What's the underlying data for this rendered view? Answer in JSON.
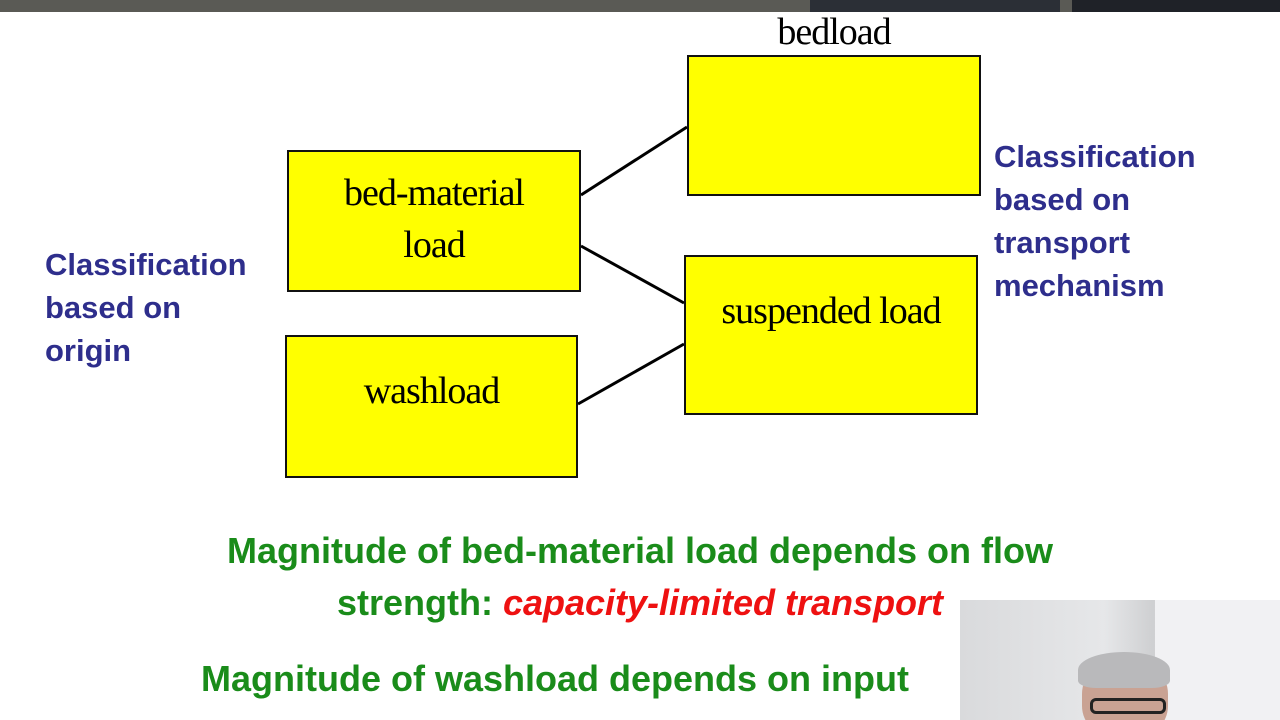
{
  "diagram": {
    "nodes": {
      "bedload": "bedload",
      "bed_material_line1": "bed-material",
      "bed_material_line2": "load",
      "washload": "washload",
      "suspended": "suspended load"
    },
    "labels": {
      "origin": [
        "Classification",
        "based on",
        "origin"
      ],
      "mechanism": [
        "Classification",
        "based on",
        "transport",
        "mechanism"
      ]
    },
    "colors": {
      "box_fill": "#ffff00",
      "label": "#2e2e8c",
      "caption": "#1a8c1a",
      "emphasis": "#ee1111"
    }
  },
  "captions": {
    "line1": "Magnitude of bed-material load depends on flow",
    "line2_prefix": "strength: ",
    "line2_emphasis": "capacity-limited transport",
    "line3": "Magnitude of washload depends on input"
  },
  "webcam": {
    "icon": "presenter-video-feed"
  }
}
